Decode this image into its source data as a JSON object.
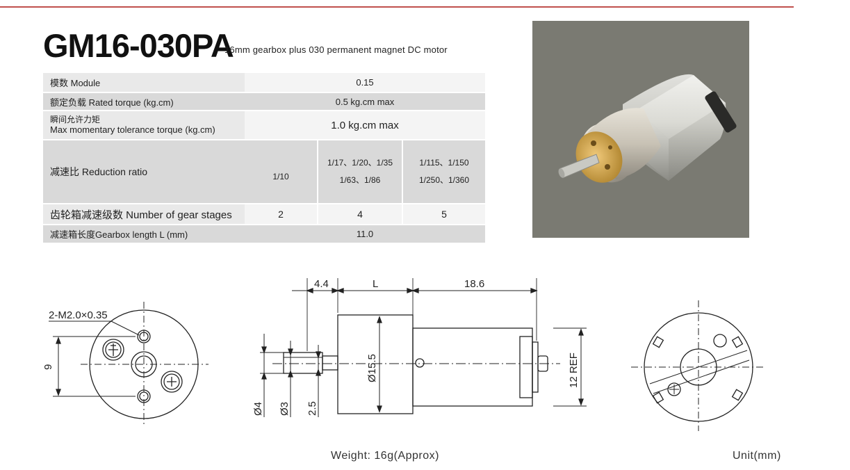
{
  "title": "GM16-030PA",
  "subtitle": "16mm gearbox plus 030 permanent magnet DC  motor",
  "spec": {
    "module_label": "模数 Module",
    "module_value": "0.15",
    "torque_label": "额定负载 Rated torque (kg.cm)",
    "torque_value": "0.5 kg.cm max",
    "momentary_label_cn": "瞬间允许力矩",
    "momentary_label_en": "Max momentary tolerance torque (kg.cm)",
    "momentary_value": "1.0 kg.cm max",
    "ratio_label": "减速比 Reduction ratio",
    "ratio_values": [
      "1/10",
      "1/17、1/20、1/35",
      "1/63、1/86",
      "1/115、1/150",
      "1/250、1/360"
    ],
    "stages_label": "齿轮箱减速级数 Number of gear stages",
    "stages_values": [
      "2",
      "4",
      "5"
    ],
    "length_label": "减速箱长度Gearbox length  L (mm)",
    "length_value": "11.0"
  },
  "drawing": {
    "screw_note": "2-M2.0×0.35",
    "dim_9": "9",
    "dim_44": "4.4",
    "dim_L": "L",
    "dim_186": "18.6",
    "dim_d155": "Ø15.5",
    "dim_12ref": "12 REF",
    "dim_d4": "Ø4",
    "dim_d3": "Ø3",
    "dim_25": "2.5"
  },
  "weight": "Weight: 16g(Approx)",
  "unit": "Unit(mm)",
  "colors": {
    "accent_line": "#c0504d",
    "photo_bg": "#7a7a72"
  }
}
